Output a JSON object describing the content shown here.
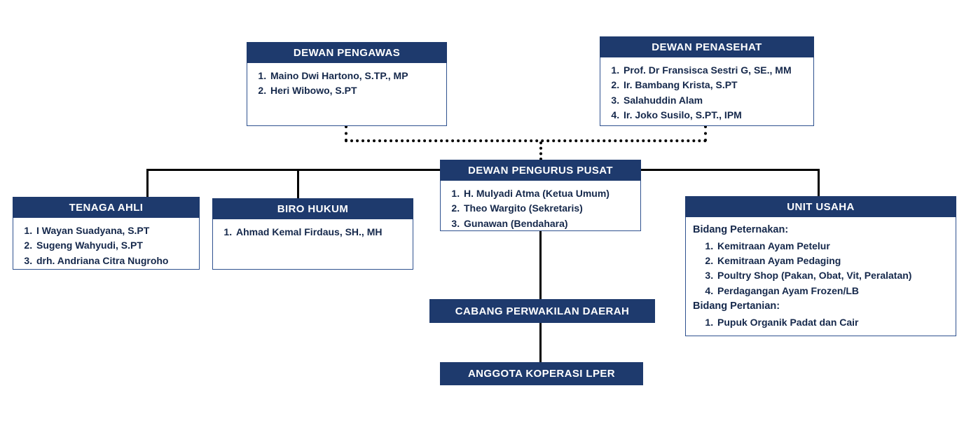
{
  "colors": {
    "navy": "#1e3a6d",
    "box_border": "#2f528f",
    "text": "#15284b",
    "line": "#000000"
  },
  "boxes": {
    "dewan_pengawas": {
      "title": "DEWAN PENGAWAS",
      "members": [
        "Maino Dwi Hartono, S.TP., MP",
        "Heri Wibowo, S.PT"
      ]
    },
    "dewan_penasehat": {
      "title": "DEWAN PENASEHAT",
      "members": [
        "Prof. Dr Fransisca Sestri G, SE., MM",
        "Ir. Bambang Krista, S.PT",
        "Salahuddin Alam",
        "Ir. Joko Susilo, S.PT., IPM"
      ]
    },
    "dewan_pengurus_pusat": {
      "title": "DEWAN PENGURUS PUSAT",
      "members": [
        "H. Mulyadi Atma (Ketua Umum)",
        "Theo Wargito (Sekretaris)",
        "Gunawan (Bendahara)"
      ]
    },
    "tenaga_ahli": {
      "title": "TENAGA AHLI",
      "members": [
        "I Wayan Suadyana, S.PT",
        "Sugeng Wahyudi, S.PT",
        "drh. Andriana Citra Nugroho"
      ]
    },
    "biro_hukum": {
      "title": "BIRO HUKUM",
      "members": [
        "Ahmad Kemal Firdaus, SH., MH"
      ]
    },
    "unit_usaha": {
      "title": "UNIT USAHA",
      "sections": [
        {
          "heading": "Bidang Peternakan:",
          "items": [
            "Kemitraan Ayam Petelur",
            "Kemitraan Ayam Pedaging",
            "Poultry Shop (Pakan, Obat, Vit, Peralatan)",
            "Perdagangan Ayam Frozen/LB"
          ]
        },
        {
          "heading": "Bidang Pertanian:",
          "items": [
            "Pupuk Organik Padat dan Cair"
          ]
        }
      ]
    },
    "cabang_perwakilan_daerah": {
      "title": "CABANG PERWAKILAN DAERAH"
    },
    "anggota_koperasi_lper": {
      "title": "ANGGOTA KOPERASI LPER"
    }
  }
}
